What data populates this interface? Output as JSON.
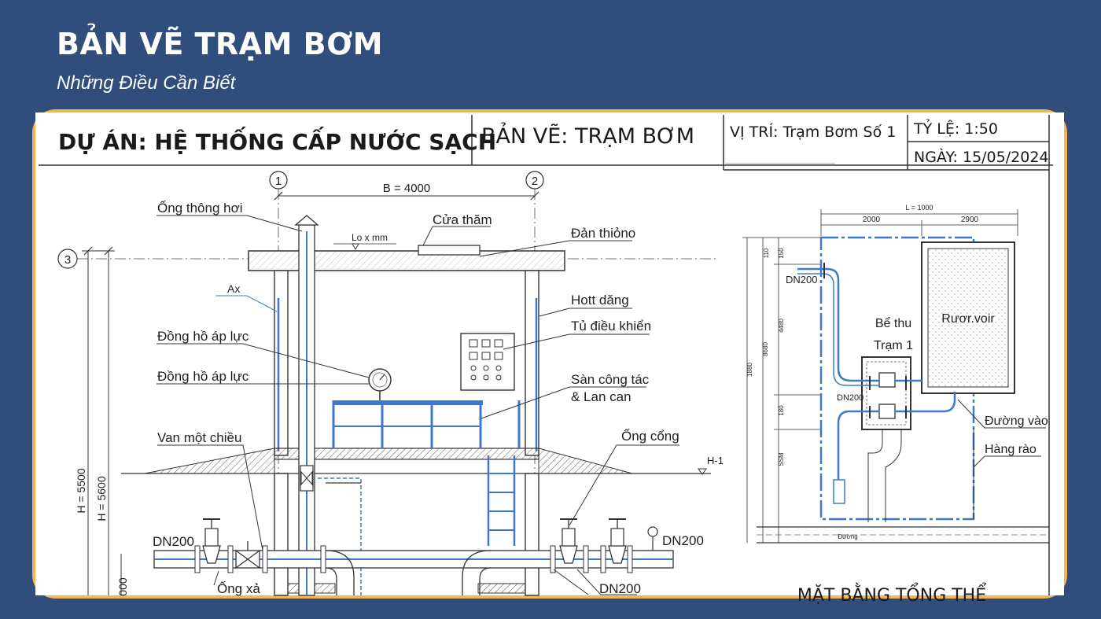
{
  "header": {
    "title": "BẢN VẼ TRẠM BƠM",
    "subtitle": "Những Điều Cần Biết"
  },
  "title_block": {
    "project": "DỰ ÁN: HỆ THỐNG CẤP NƯỚC SẠCH",
    "drawing": "BẢN VẼ: TRẠM BƠM",
    "location": "VỊ TRÍ: Trạm Bơm Số 1",
    "scale": "TỶ LỆ: 1:50",
    "date": "NGÀY: 15/05/2024"
  },
  "section": {
    "grid_1": "1",
    "grid_2": "2",
    "grid_3": "3",
    "dim_b": "B = 4000",
    "lo": "Lo x mm",
    "h5500": "H = 5500",
    "h5600": "H = 5600",
    "h_cut": "000",
    "level_h1": "H-1",
    "labels": {
      "vent": "Ống thông hơi",
      "hatch": "Cửa thăm",
      "beam": "Đản thiỏno",
      "ax": "Ax",
      "hott": "Hott dăng",
      "gauge1": "Đồng hồ áp lực",
      "panel": "Tủ điều khiển",
      "gauge2": "Đồng hồ áp lực",
      "platform1": "Sàn công tác",
      "platform2": "& Lan can",
      "check_valve": "Van một chiều",
      "culvert": "Ống cổng",
      "dn200_left": "DN200",
      "dn200_right": "DN200",
      "dn200_bottom": "DN200",
      "drain": "Ống xả"
    }
  },
  "plan": {
    "dim_total": "L = 1000",
    "dim_a": "2000",
    "dim_b": "2900",
    "dn200_top": "DN200",
    "dn200_mid": "DN200",
    "reservoir": "Rươr.voir",
    "sump_1": "Bể thu",
    "sump_2": "Trạm 1",
    "road": "Đường vào",
    "fence": "Hàng rào",
    "road_bottom": "Đường",
    "dim_v": [
      "110",
      "150",
      "4480",
      "8680",
      "1880",
      "180",
      "SSM"
    ],
    "caption": "MẶT BẰNG TỔNG THỂ"
  }
}
